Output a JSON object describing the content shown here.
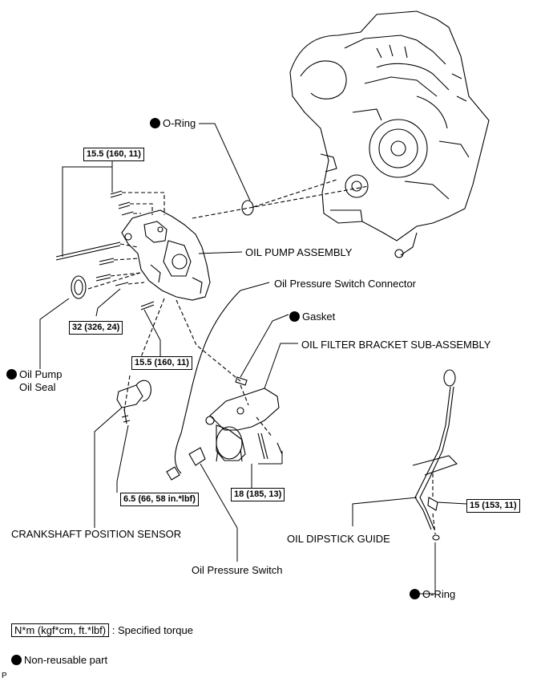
{
  "labels": {
    "o_ring_top": "O-Ring",
    "oil_pump_assembly": "OIL PUMP ASSEMBLY",
    "oil_pressure_switch_connector": "Oil Pressure Switch Connector",
    "gasket": "Gasket",
    "oil_filter_bracket": "OIL FILTER BRACKET SUB-ASSEMBLY",
    "oil_pump_seal_line1": "Oil Pump",
    "oil_pump_seal_line2": "Oil Seal",
    "crankshaft_position_sensor": "CRANKSHAFT POSITION SENSOR",
    "oil_pressure_switch": "Oil Pressure Switch",
    "oil_dipstick_guide": "OIL DIPSTICK GUIDE",
    "o_ring_bottom": "O-Ring"
  },
  "torques": {
    "t1": "15.5 (160, 11)",
    "t2": "32 (326, 24)",
    "t3": "15.5 (160, 11)",
    "t4": "6.5 (66, 58 in.*lbf)",
    "t5": "18 (185, 13)",
    "t6": "15 (153, 11)"
  },
  "legend": {
    "torque_unit": "N*m (kgf*cm, ft.*lbf)",
    "torque_desc": ": Specified torque",
    "non_reusable": "Non-reusable part"
  },
  "corner_mark": "P"
}
